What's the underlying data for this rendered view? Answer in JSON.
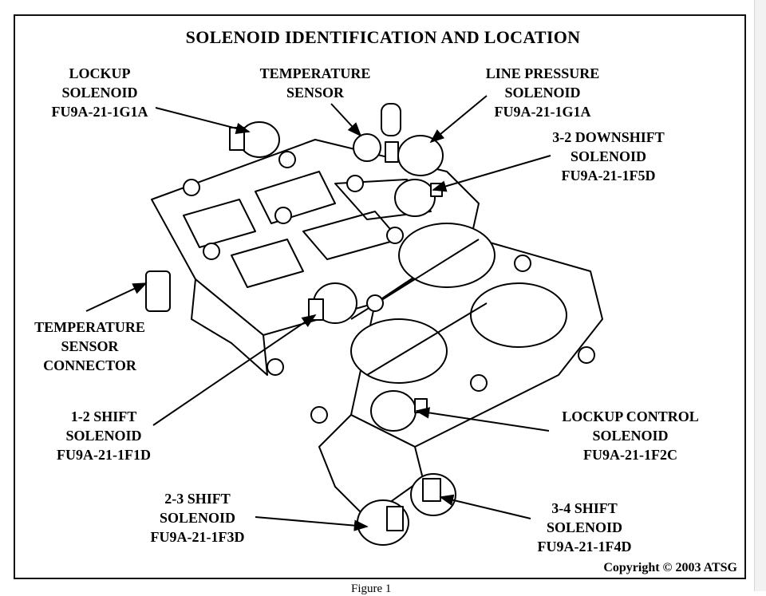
{
  "title": "SOLENOID IDENTIFICATION AND LOCATION",
  "labels": {
    "lockup": [
      "LOCKUP",
      "SOLENOID",
      "FU9A-21-1G1A"
    ],
    "temp_sensor": [
      "TEMPERATURE",
      "SENSOR"
    ],
    "line_pressure": [
      "LINE PRESSURE",
      "SOLENOID",
      "FU9A-21-1G1A"
    ],
    "downshift_32": [
      "3-2 DOWNSHIFT",
      "SOLENOID",
      "FU9A-21-1F5D"
    ],
    "temp_connector": [
      "TEMPERATURE",
      "SENSOR",
      "CONNECTOR"
    ],
    "shift_12": [
      "1-2 SHIFT",
      "SOLENOID",
      "FU9A-21-1F1D"
    ],
    "lockup_control": [
      "LOCKUP CONTROL",
      "SOLENOID",
      "FU9A-21-1F2C"
    ],
    "shift_23": [
      "2-3 SHIFT",
      "SOLENOID",
      "FU9A-21-1F3D"
    ],
    "shift_34": [
      "3-4 SHIFT",
      "SOLENOID",
      "FU9A-21-1F4D"
    ]
  },
  "copyright": "Copyright © 2003 ATSG",
  "figure_caption": "Figure 1"
}
